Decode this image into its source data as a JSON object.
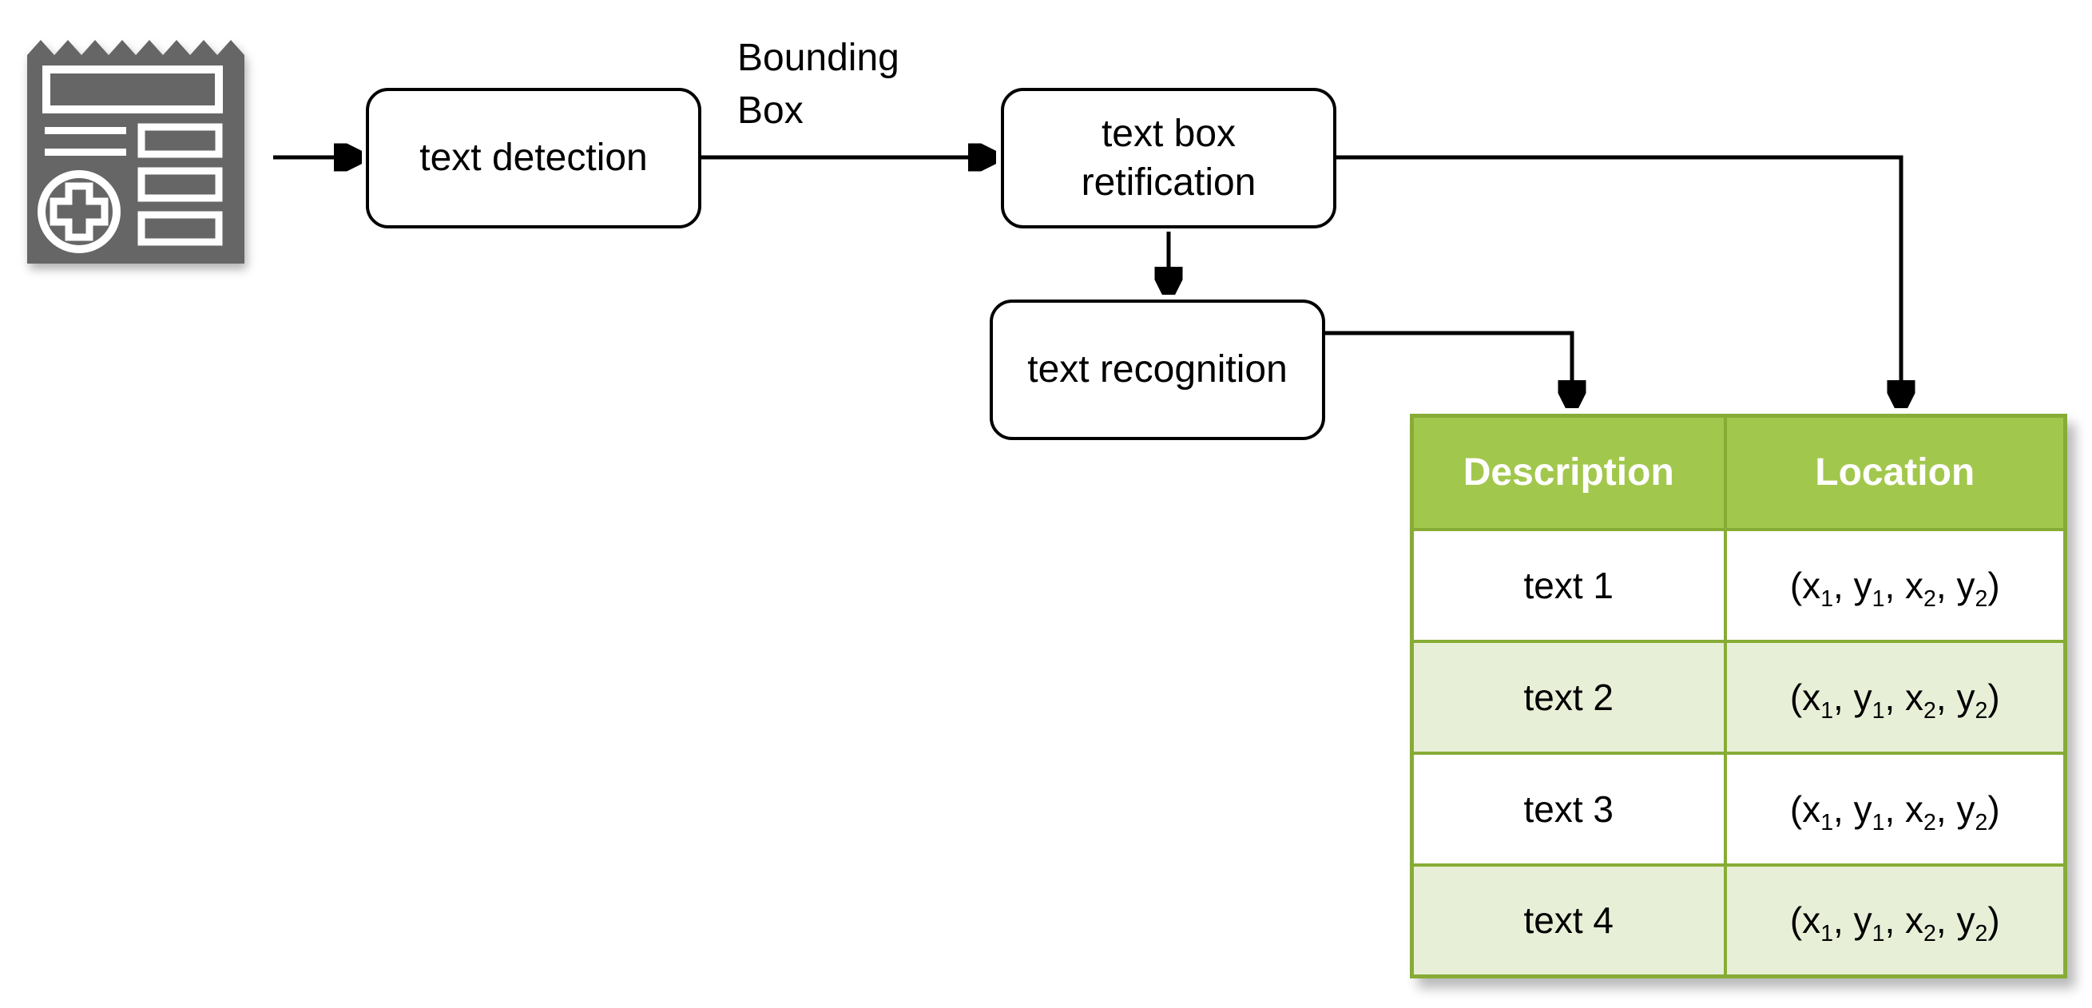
{
  "colors": {
    "header_green": "#a2c74d",
    "row_alt_green": "#e8efd7",
    "border_green": "#87ac36",
    "icon_gray": "#666666",
    "line_black": "#000000"
  },
  "flow": {
    "source_icon": "receipt-document-icon",
    "nodes": {
      "detection": {
        "lines": [
          "text detection"
        ]
      },
      "retification": {
        "lines": [
          "text box",
          "retification"
        ]
      },
      "recognition": {
        "lines": [
          "text recognition"
        ]
      }
    },
    "edge_label": {
      "lines": [
        "Bounding",
        "Box"
      ]
    }
  },
  "table": {
    "headers": [
      "Description",
      "Location"
    ],
    "rows": [
      {
        "description": "text 1",
        "location_parts": [
          "(x",
          "1",
          ", y",
          "1",
          ", x",
          "2",
          ", y",
          "2",
          ")"
        ]
      },
      {
        "description": "text 2",
        "location_parts": [
          "(x",
          "1",
          ", y",
          "1",
          ", x",
          "2",
          ", y",
          "2",
          ")"
        ]
      },
      {
        "description": "text 3",
        "location_parts": [
          "(x",
          "1",
          ", y",
          "1",
          ", x",
          "2",
          ", y",
          "2",
          ")"
        ]
      },
      {
        "description": "text 4",
        "location_parts": [
          "(x",
          "1",
          ", y",
          "1",
          ", x",
          "2",
          ", y",
          "2",
          ")"
        ]
      }
    ]
  }
}
